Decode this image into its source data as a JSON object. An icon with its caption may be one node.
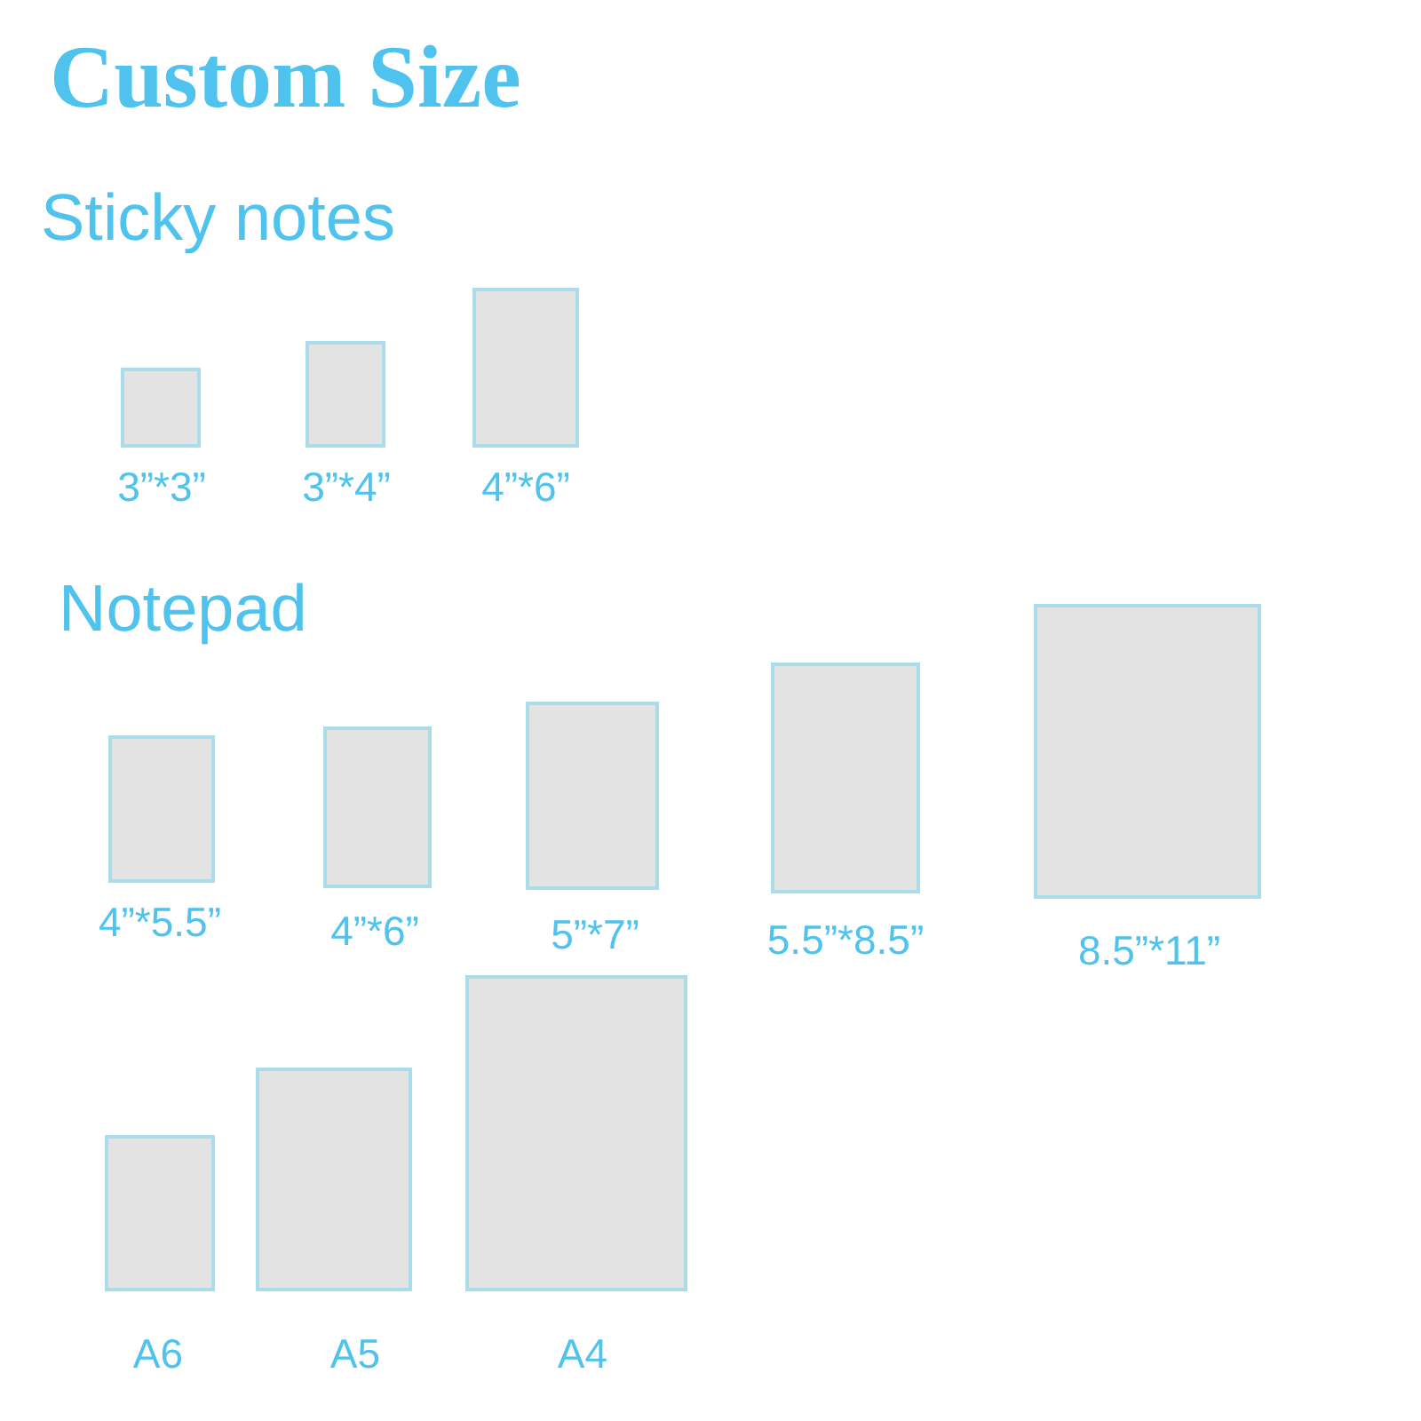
{
  "diagram": {
    "title": "Custom Size",
    "nodes": [
      {
        "text": [],
        "shape": "box",
        "beside": [
          "3”*3”"
        ]
      },
      {
        "text": [],
        "shape": "box",
        "beside": [
          "3”*4”"
        ]
      },
      {
        "text": [],
        "shape": "box",
        "beside": [
          "4”*6”"
        ]
      },
      {
        "text": [],
        "shape": "box",
        "beside": [
          "4”*5.5”"
        ]
      },
      {
        "text": [],
        "shape": "box",
        "beside": [
          "4”*6”"
        ]
      },
      {
        "text": [],
        "shape": "box",
        "beside": [
          "5”*7”"
        ]
      },
      {
        "text": [],
        "shape": "box",
        "beside": [
          "5.5”*8.5”"
        ]
      },
      {
        "text": [],
        "shape": "box",
        "beside": [
          "8.5”*11”"
        ]
      },
      {
        "text": [],
        "shape": "box",
        "beside": [
          "A6"
        ]
      },
      {
        "text": [],
        "shape": "box",
        "beside": [
          "A5"
        ]
      },
      {
        "text": [],
        "shape": "box",
        "beside": [
          "A4"
        ]
      }
    ],
    "labels": [
      "Sticky notes",
      "Notepad"
    ]
  }
}
